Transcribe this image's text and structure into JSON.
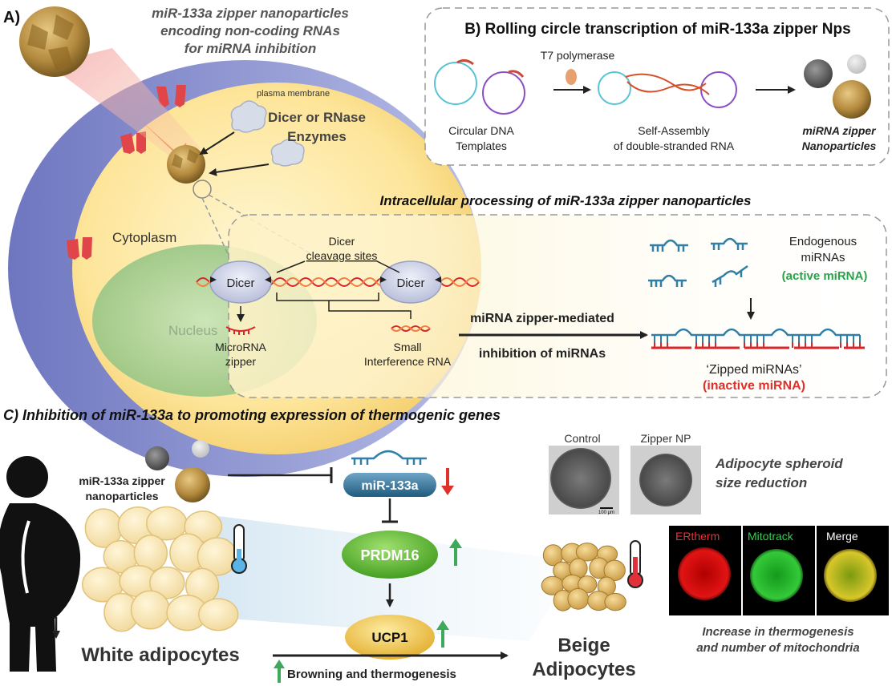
{
  "panel_a": {
    "label": "A)",
    "title_lines": [
      "miR-133a zipper nanoparticles",
      "encoding non-coding RNAs",
      "for miRNA inhibition"
    ],
    "plasma_membrane": "plasma membrane",
    "enzymes_lines": [
      "Dicer or RNase",
      "Enzymes"
    ],
    "cytoplasm": "Cytoplasm",
    "nucleus": "Nucleus",
    "intracellular_title": "Intracellular processing of miR-133a zipper nanoparticles",
    "cleavage_lines": [
      "Dicer",
      "cleavage sites"
    ],
    "dicer": "Dicer",
    "microrna_zipper_lines": [
      "MicroRNA",
      "zipper"
    ],
    "sirna_lines": [
      "Small",
      "Interference RNA"
    ],
    "mediated_lines": [
      "miRNA zipper-mediated",
      "inhibition of miRNAs"
    ],
    "endogenous_lines": [
      "Endogenous",
      "miRNAs"
    ],
    "active_mirna": "(active miRNA)",
    "zipped_mirnas": "‘Zipped miRNAs’",
    "inactive_mirna": "(inactive miRNA)"
  },
  "panel_b": {
    "title": "B) Rolling circle transcription of miR-133a zipper Nps",
    "t7": "T7 polymerase",
    "circular_lines": [
      "Circular DNA",
      "Templates"
    ],
    "selfassembly_lines": [
      "Self-Assembly",
      "of double-stranded RNA"
    ],
    "nanoparticles_lines": [
      "miRNA zipper",
      "Nanoparticles"
    ]
  },
  "panel_c": {
    "title": "C) Inhibition of miR-133a to promoting expression of thermogenic genes",
    "zipper_np_lines": [
      "miR-133a zipper",
      "nanoparticles"
    ],
    "mir133a": "miR-133a",
    "prdm16": "PRDM16",
    "ucp1": "UCP1",
    "white_adipocytes": "White adipocytes",
    "browning": "Browning and thermogenesis",
    "beige_lines": [
      "Beige",
      "Adipocytes"
    ],
    "control": "Control",
    "zipper_np": "Zipper NP",
    "scale_bar": "100 μm",
    "spheroid_lines": [
      "Adipocyte spheroid",
      "size reduction"
    ],
    "ertherm": "ERtherm",
    "mitotrack": "Mitotrack",
    "merge": "Merge",
    "increase_lines": [
      "Increase in thermogenesis",
      "and number of mitochondria"
    ]
  },
  "colors": {
    "green_text": "#2aa14a",
    "red_text": "#e0302a",
    "rna_blue": "#2f7fa8",
    "rna_red": "#d8262a",
    "cell_yellow": "#fbe79b",
    "membrane_blue": "#8a92cf",
    "nucleus_green": "#a9cf98",
    "prdm16_green": "#5bb530",
    "ucp1_yellow": "#f0c445",
    "mir_blue": "#2a6f95"
  }
}
